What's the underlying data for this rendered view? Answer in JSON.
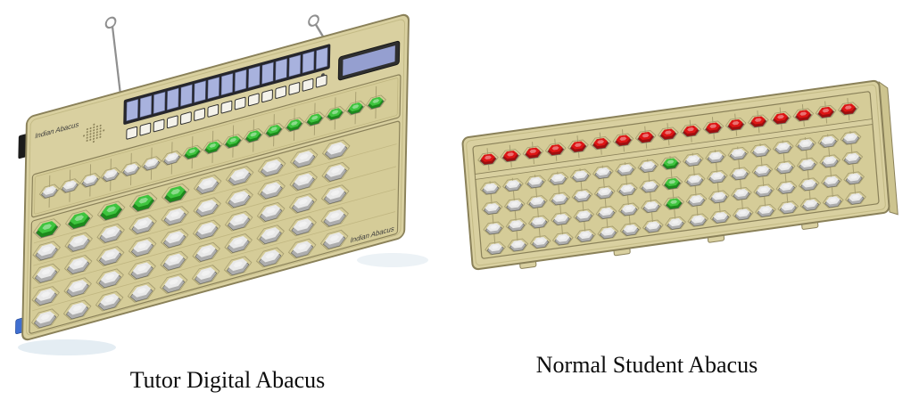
{
  "page": {
    "background": "#ffffff"
  },
  "devices": {
    "tutor": {
      "caption": "Tutor Digital Abacus",
      "brand_top": "Indian Abacus",
      "brand_side": "Indian Abacus",
      "display_cells": 15,
      "button_count": 15,
      "upper_deck": [
        "W",
        "W",
        "W",
        "W",
        "W",
        "W",
        "W",
        "G",
        "G",
        "G",
        "G",
        "G",
        "G",
        "G",
        "G",
        "G",
        "G"
      ],
      "lower_deck": [
        [
          "G",
          "G",
          "G",
          "G",
          "G",
          "W",
          "W",
          "W",
          "W",
          "W"
        ],
        [
          "W",
          "W",
          "W",
          "W",
          "W",
          "W",
          "W",
          "W",
          "W",
          "W"
        ],
        [
          "W",
          "W",
          "W",
          "W",
          "W",
          "W",
          "W",
          "W",
          "W",
          "W"
        ],
        [
          "W",
          "W",
          "W",
          "W",
          "W",
          "W",
          "W",
          "W",
          "W",
          "W"
        ],
        [
          "W",
          "W",
          "W",
          "W",
          "W",
          "W",
          "W",
          "W",
          "W",
          "W"
        ]
      ]
    },
    "student": {
      "caption": "Normal Student Abacus",
      "upper_deck": [
        "R",
        "R",
        "R",
        "R",
        "R",
        "R",
        "R",
        "R",
        "R",
        "R",
        "R",
        "R",
        "R",
        "R",
        "R",
        "R",
        "R"
      ],
      "lower_deck": [
        [
          "W",
          "W",
          "W",
          "W",
          "W",
          "W",
          "W",
          "W",
          "G",
          "W",
          "W",
          "W",
          "W",
          "W",
          "W",
          "W",
          "W"
        ],
        [
          "W",
          "W",
          "W",
          "W",
          "W",
          "W",
          "W",
          "W",
          "G",
          "W",
          "W",
          "W",
          "W",
          "W",
          "W",
          "W",
          "W"
        ],
        [
          "W",
          "W",
          "W",
          "W",
          "W",
          "W",
          "W",
          "W",
          "G",
          "W",
          "W",
          "W",
          "W",
          "W",
          "W",
          "W",
          "W"
        ],
        [
          "W",
          "W",
          "W",
          "W",
          "W",
          "W",
          "W",
          "W",
          "W",
          "W",
          "W",
          "W",
          "W",
          "W",
          "W",
          "W",
          "W"
        ]
      ]
    }
  },
  "palette": {
    "body": "#d9d0a0",
    "panel": "#d5cc98",
    "body_edge": "#8a8159",
    "body_line": "#c3ba85",
    "panel_line": "#c0b681",
    "slot": "#a89f71",
    "lcd_frame": "#26262b",
    "lcd_cell": "#a8b2de",
    "display_screen": "#959fd0",
    "hook": "#8f8f8f",
    "text": "#3c3c3c",
    "bead_white_top": "#e9e9e9",
    "bead_white_side": "#adadad",
    "bead_green_top": "#3ec43e",
    "bead_green_side": "#1c8a1c",
    "bead_red_top": "#dd1515",
    "bead_red_side": "#9e0f0f",
    "shadow": "#d9e6ee"
  }
}
